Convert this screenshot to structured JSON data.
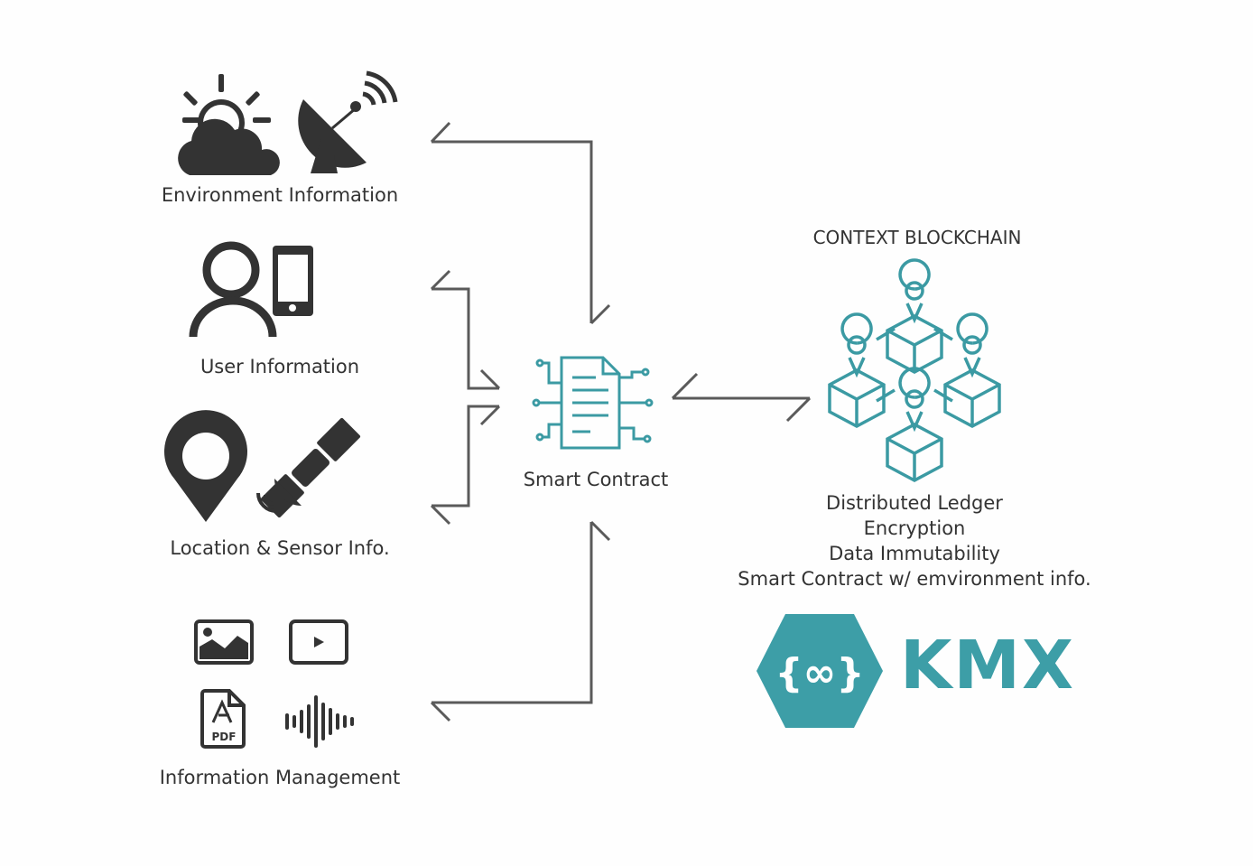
{
  "sources": {
    "environment": {
      "label": "Environment Information",
      "icons": [
        "sun-cloud-icon",
        "satellite-dish-icon"
      ]
    },
    "user": {
      "label": "User Information",
      "icons": [
        "person-icon",
        "smartphone-icon"
      ]
    },
    "location": {
      "label": "Location & Sensor Info.",
      "icons": [
        "map-pin-icon",
        "satellite-icon"
      ]
    },
    "info_mgmt": {
      "label": "Information Management",
      "icons": [
        "image-icon",
        "video-play-icon",
        "pdf-icon",
        "audio-wave-icon"
      ]
    }
  },
  "pdf_icon_text": "PDF",
  "smart_contract": {
    "label": "Smart Contract",
    "icon": "contract-document-icon"
  },
  "blockchain": {
    "title": "CONTEXT BLOCKCHAIN",
    "icon": "blockchain-network-icon",
    "features": [
      "Distributed Ledger",
      "Encryption",
      "Data Immutability",
      "Smart Contract w/ emvironment info."
    ]
  },
  "logo": {
    "brace_text": "{∞}",
    "text": "KMX",
    "color": "#3d9ea7"
  },
  "colors": {
    "icon_dark": "#333333",
    "accent_teal": "#3b9aa3",
    "arrow_gray": "#555555"
  }
}
